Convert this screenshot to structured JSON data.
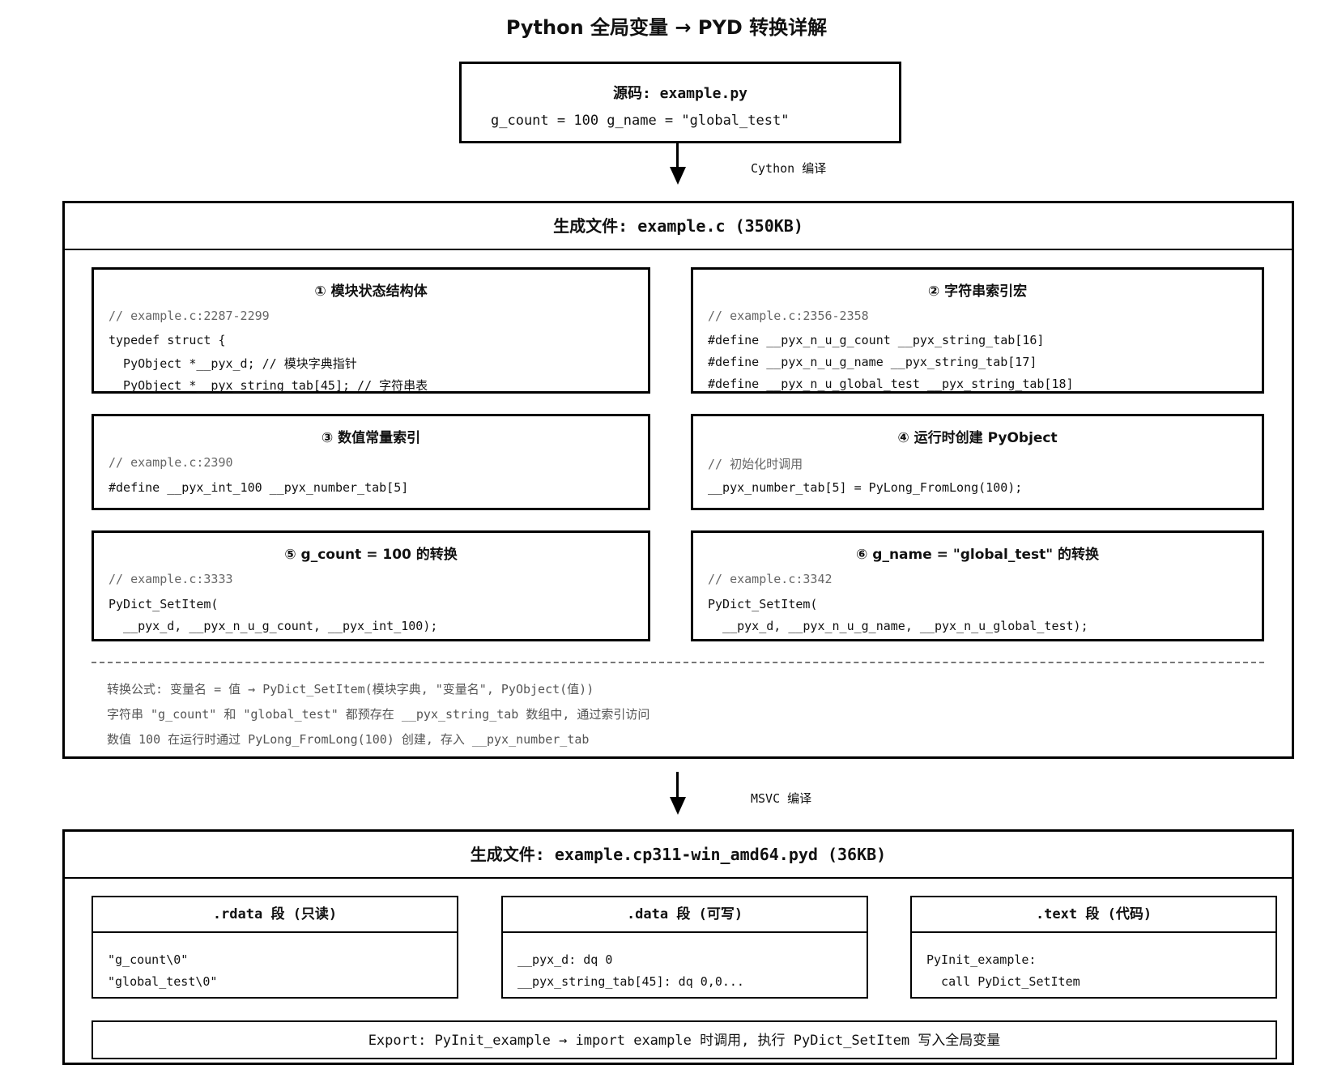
{
  "title": "Python 全局变量 → PYD 转换详解",
  "source": {
    "title": "源码: example.py",
    "code": "g_count = 100 g_name = \"global_test\""
  },
  "arrow1_label": "Cython 编译",
  "arrow2_label": "MSVC 编译",
  "c_file": {
    "title": "生成文件: example.c (350KB)",
    "panels": [
      {
        "title": "① 模块状态结构体",
        "comment": "// example.c:2287-2299",
        "lines": [
          "typedef struct {",
          "  PyObject *__pyx_d; // 模块字典指针",
          "  PyObject *__pyx_string_tab[45]; // 字符串表"
        ]
      },
      {
        "title": "② 字符串索引宏",
        "comment": "// example.c:2356-2358",
        "lines": [
          "#define __pyx_n_u_g_count __pyx_string_tab[16]",
          "#define __pyx_n_u_g_name __pyx_string_tab[17]",
          "#define __pyx_n_u_global_test __pyx_string_tab[18]"
        ]
      },
      {
        "title": "③ 数值常量索引",
        "comment": "// example.c:2390",
        "lines": [
          "#define __pyx_int_100 __pyx_number_tab[5]"
        ]
      },
      {
        "title": "④ 运行时创建 PyObject",
        "comment": "// 初始化时调用",
        "lines": [
          "__pyx_number_tab[5] = PyLong_FromLong(100);"
        ]
      },
      {
        "title": "⑤ g_count = 100 的转换",
        "comment": "// example.c:3333",
        "lines": [
          "PyDict_SetItem(",
          "  __pyx_d, __pyx_n_u_g_count, __pyx_int_100);"
        ]
      },
      {
        "title": "⑥ g_name = \"global_test\" 的转换",
        "comment": "// example.c:3342",
        "lines": [
          "PyDict_SetItem(",
          "  __pyx_d, __pyx_n_u_g_name, __pyx_n_u_global_test);"
        ]
      }
    ],
    "notes": [
      "转换公式: 变量名 = 值 → PyDict_SetItem(模块字典, \"变量名\", PyObject(值))",
      "字符串 \"g_count\" 和 \"global_test\" 都预存在 __pyx_string_tab 数组中, 通过索引访问",
      "数值 100 在运行时通过 PyLong_FromLong(100) 创建, 存入 __pyx_number_tab"
    ]
  },
  "pyd_file": {
    "title": "生成文件: example.cp311-win_amd64.pyd (36KB)",
    "segments": [
      {
        "title": ".rdata 段 (只读)",
        "lines": [
          "\"g_count\\0\"",
          "\"global_test\\0\""
        ]
      },
      {
        "title": ".data 段 (可写)",
        "lines": [
          "__pyx_d: dq 0",
          "__pyx_string_tab[45]: dq 0,0..."
        ]
      },
      {
        "title": ".text 段 (代码)",
        "lines": [
          "PyInit_example:",
          "  call PyDict_SetItem"
        ]
      }
    ],
    "export": "Export: PyInit_example → import example 时调用, 执行 PyDict_SetItem 写入全局变量"
  }
}
